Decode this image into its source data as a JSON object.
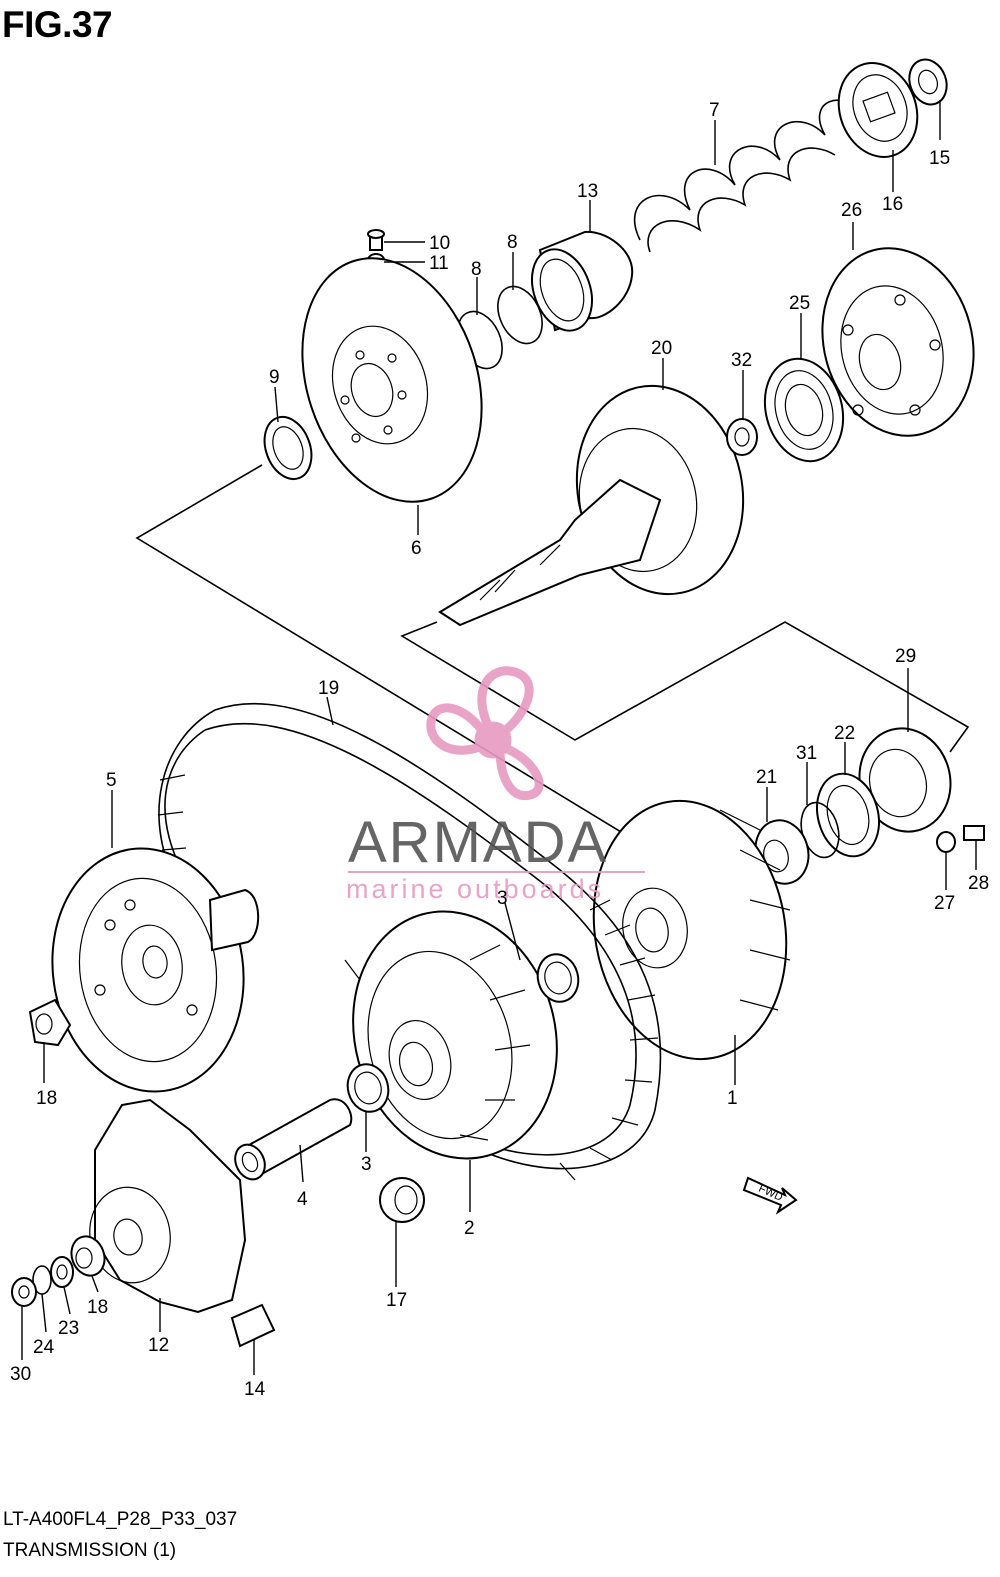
{
  "figure": {
    "title": "FIG.37"
  },
  "footer": {
    "model_code": "LT-A400FL4_P28_P33_037",
    "section_name": "TRANSMISSION (1)"
  },
  "watermark": {
    "brand": "ARMADA",
    "tagline": "marine outboards",
    "brand_color": "#e79ac0",
    "text_color": "#555555"
  },
  "fwd_marker": {
    "label": "FWD"
  },
  "callouts": [
    {
      "id": "c1",
      "label": "1"
    },
    {
      "id": "c2",
      "label": "2"
    },
    {
      "id": "c3a",
      "label": "3"
    },
    {
      "id": "c3b",
      "label": "3"
    },
    {
      "id": "c4",
      "label": "4"
    },
    {
      "id": "c5",
      "label": "5"
    },
    {
      "id": "c6",
      "label": "6"
    },
    {
      "id": "c7",
      "label": "7"
    },
    {
      "id": "c8a",
      "label": "8"
    },
    {
      "id": "c8b",
      "label": "8"
    },
    {
      "id": "c9",
      "label": "9"
    },
    {
      "id": "c10",
      "label": "10"
    },
    {
      "id": "c11",
      "label": "11"
    },
    {
      "id": "c12",
      "label": "12"
    },
    {
      "id": "c13",
      "label": "13"
    },
    {
      "id": "c14",
      "label": "14"
    },
    {
      "id": "c15",
      "label": "15"
    },
    {
      "id": "c16",
      "label": "16"
    },
    {
      "id": "c17",
      "label": "17"
    },
    {
      "id": "c18a",
      "label": "18"
    },
    {
      "id": "c18b",
      "label": "18"
    },
    {
      "id": "c19",
      "label": "19"
    },
    {
      "id": "c20",
      "label": "20"
    },
    {
      "id": "c21",
      "label": "21"
    },
    {
      "id": "c22",
      "label": "22"
    },
    {
      "id": "c23",
      "label": "23"
    },
    {
      "id": "c24",
      "label": "24"
    },
    {
      "id": "c25",
      "label": "25"
    },
    {
      "id": "c26",
      "label": "26"
    },
    {
      "id": "c27",
      "label": "27"
    },
    {
      "id": "c28",
      "label": "28"
    },
    {
      "id": "c29",
      "label": "29"
    },
    {
      "id": "c30",
      "label": "30"
    },
    {
      "id": "c31",
      "label": "31"
    },
    {
      "id": "c32",
      "label": "32"
    }
  ]
}
